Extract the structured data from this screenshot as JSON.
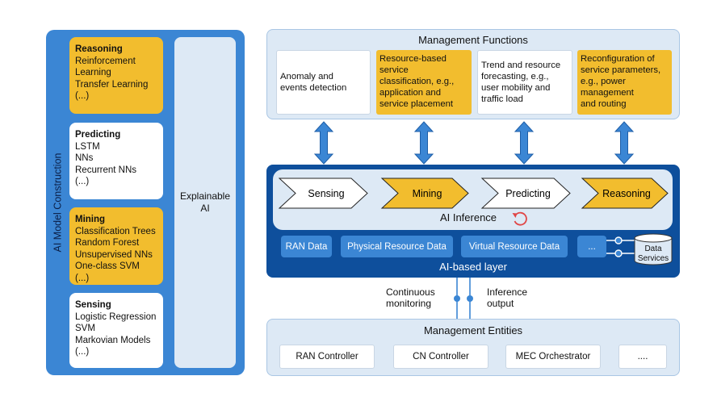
{
  "left_panel": {
    "title": "AI Model Construction",
    "explainable": [
      "Explainable",
      "AI"
    ],
    "cards": [
      {
        "title": "Reasoning",
        "lines": [
          "Reinforcement",
          "Learning",
          "Transfer Learning",
          "(...)"
        ]
      },
      {
        "title": "Predicting",
        "lines": [
          "LSTM",
          "NNs",
          "Recurrent NNs",
          "(...)"
        ]
      },
      {
        "title": "Mining",
        "lines": [
          "Classification Trees",
          "Random Forest",
          "Unsupervised NNs",
          "One-class SVM",
          "(...)"
        ]
      },
      {
        "title": "Sensing",
        "lines": [
          "Logistic Regression",
          "SVM",
          "Markovian Models",
          "(...)"
        ]
      }
    ]
  },
  "management_functions": {
    "title": "Management Functions",
    "items": [
      {
        "lines": [
          "Anomaly and",
          "events detection"
        ]
      },
      {
        "lines": [
          "Resource-based",
          "service",
          "classification, e.g.,",
          "application and",
          "service placement"
        ]
      },
      {
        "lines": [
          "Trend and resource",
          "forecasting, e.g.,",
          "user mobility and",
          "traffic load"
        ]
      },
      {
        "lines": [
          "Reconfiguration of",
          "service parameters,",
          "e.g., power",
          "management",
          "and routing"
        ]
      }
    ]
  },
  "ai_layer": {
    "stages": [
      "Sensing",
      "Mining",
      "Predicting",
      "Reasoning"
    ],
    "inference_label": "AI Inference",
    "data_sources": [
      "RAN Data",
      "Physical Resource Data",
      "Virtual Resource Data",
      "..."
    ],
    "data_services": [
      "Data",
      "Services"
    ],
    "layer_label": "AI-based layer"
  },
  "monitoring": {
    "left": [
      "Continuous",
      "monitoring"
    ],
    "right": [
      "Inference",
      "output"
    ]
  },
  "management_entities": {
    "title": "Management Entities",
    "items": [
      "RAN Controller",
      "CN Controller",
      "MEC Orchestrator",
      "...."
    ]
  },
  "colors": {
    "yellow": "#f2bd2e",
    "blue": "#3b86d4",
    "dark_blue": "#0e4f9c",
    "light_blue": "#dde9f5"
  }
}
